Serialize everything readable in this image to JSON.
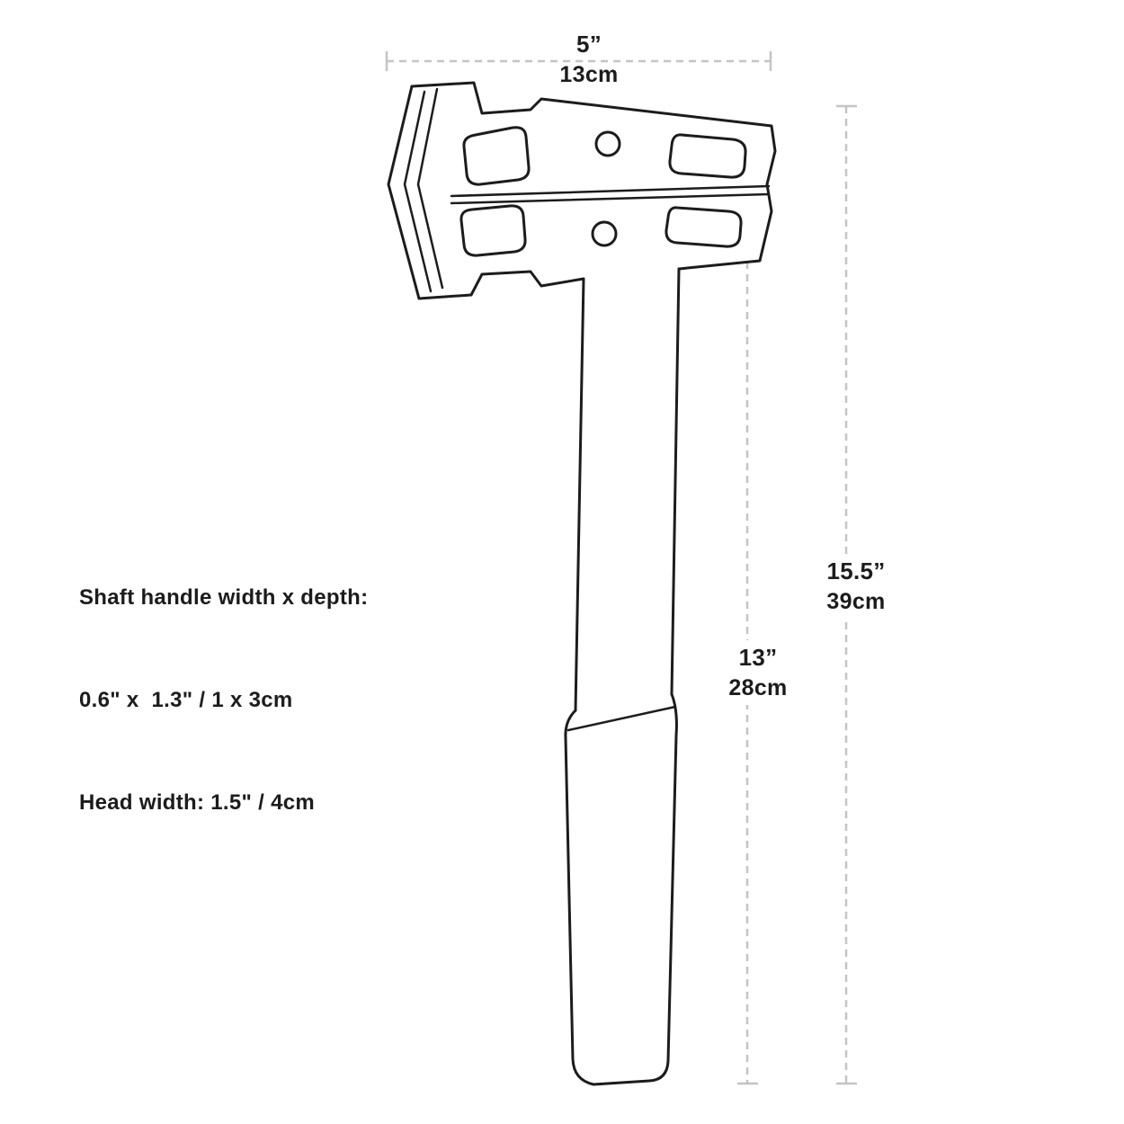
{
  "figure": {
    "type": "technical-line-drawing",
    "subject": "hammer outline with dimension annotations"
  },
  "colors": {
    "outline": "#1c1c1c",
    "dimension_line": "#c4c4c4",
    "label_text": "#1c1c1c",
    "background": "#ffffff"
  },
  "dimensions": {
    "head_width": {
      "inches": "5”",
      "metric": "13cm"
    },
    "overall_length": {
      "inches": "15.5”",
      "metric": "39cm"
    },
    "handle_length": {
      "inches": "13”",
      "metric": "28cm"
    }
  },
  "specs": {
    "line1": "Shaft handle width x depth:",
    "line2": "0.6\" x  1.3\" / 1 x 3cm",
    "line3": "Head width: 1.5\" / 4cm"
  }
}
